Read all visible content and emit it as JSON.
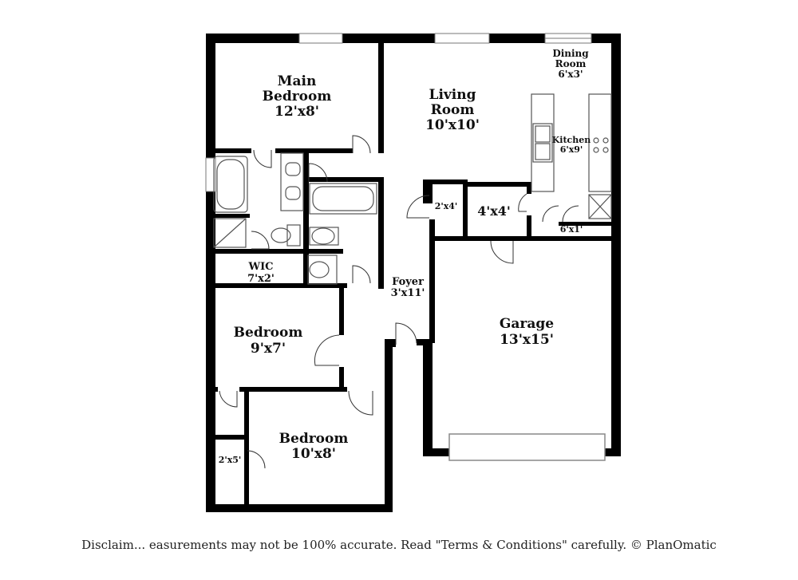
{
  "rooms": {
    "main_bedroom": {
      "name_line1": "Main",
      "name_line2": "Bedroom",
      "size": "12'x8'"
    },
    "living_room": {
      "name_line1": "Living",
      "name_line2": "Room",
      "size": "10'x10'"
    },
    "dining_room": {
      "name_line1": "Dining",
      "name_line2": "Room",
      "size": "6'x3'"
    },
    "kitchen": {
      "name": "Kitchen",
      "size": "6'x9'"
    },
    "closet_2x4": {
      "size": "2'x4'"
    },
    "closet_4x4": {
      "size": "4'x4'"
    },
    "pantry": {
      "size": "6'x1'"
    },
    "wic": {
      "name": "WIC",
      "size": "7'x2'"
    },
    "foyer": {
      "name": "Foyer",
      "size": "3'x11'"
    },
    "garage": {
      "name": "Garage",
      "size": "13'x15'"
    },
    "bedroom_2": {
      "name": "Bedroom",
      "size": "9'x7'"
    },
    "bedroom_3": {
      "name": "Bedroom",
      "size": "10'x8'"
    },
    "closet_2x5": {
      "size": "2'x5'"
    }
  },
  "disclaimer": "Disclaim... easurements may not be 100% accurate. Read \"Terms & Conditions\" carefully. © PlanOmatic",
  "colors": {
    "wall": "#000000",
    "fixture": "#555555",
    "background": "#ffffff"
  }
}
